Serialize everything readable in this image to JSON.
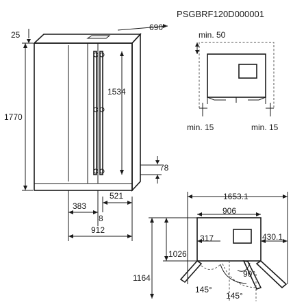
{
  "code": "PSGBRF120D000001",
  "dimensions": {
    "top_gap": "25",
    "depth": "690",
    "height_total": "1770",
    "door_height": "1534",
    "base_height": "78",
    "left_door_width": "383",
    "right_door_width": "521",
    "gap_middle": "8",
    "width_total": "912"
  },
  "clearances": {
    "top": "min. 50",
    "left": "min. 15",
    "right": "min. 15"
  },
  "plan": {
    "width_open": "1653.1",
    "inner_width": "906",
    "left_offset": "317",
    "right_offset": "430.1",
    "depth_closed": "1026",
    "depth_open": "1164",
    "angle_90": "90°",
    "angle_145_left": "145°",
    "angle_145_right": "145°"
  }
}
